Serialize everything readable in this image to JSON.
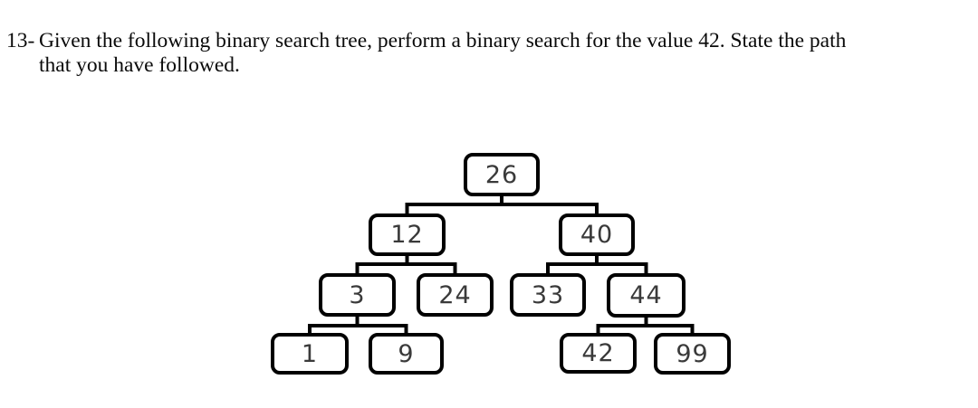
{
  "question": {
    "number": "13-",
    "full_text": "Given the following binary search tree, perform a binary search for the value 42. State the path that you have followed.",
    "lines": [
      "Given the following binary search tree, perform a binary search for the value 42. State the path",
      "that you have followed."
    ],
    "search_value": "42"
  },
  "diagram": {
    "type": "binary-search-tree",
    "levels": [
      [
        "26"
      ],
      [
        "12",
        "40"
      ],
      [
        "3",
        "24",
        "33",
        "44"
      ],
      [
        "1",
        "9",
        "42",
        "99"
      ]
    ],
    "nodes": [
      {
        "value": "26",
        "parent": null,
        "side": null
      },
      {
        "value": "12",
        "parent": "26",
        "side": "left"
      },
      {
        "value": "40",
        "parent": "26",
        "side": "right"
      },
      {
        "value": "3",
        "parent": "12",
        "side": "left"
      },
      {
        "value": "24",
        "parent": "12",
        "side": "right"
      },
      {
        "value": "33",
        "parent": "40",
        "side": "left"
      },
      {
        "value": "44",
        "parent": "40",
        "side": "right"
      },
      {
        "value": "1",
        "parent": "3",
        "side": "left"
      },
      {
        "value": "9",
        "parent": "3",
        "side": "right"
      },
      {
        "value": "42",
        "parent": "44",
        "side": "left"
      },
      {
        "value": "99",
        "parent": "44",
        "side": "right"
      }
    ],
    "edges": [
      [
        "26",
        "12"
      ],
      [
        "26",
        "40"
      ],
      [
        "12",
        "3"
      ],
      [
        "12",
        "24"
      ],
      [
        "40",
        "33"
      ],
      [
        "40",
        "44"
      ],
      [
        "3",
        "1"
      ],
      [
        "3",
        "9"
      ],
      [
        "44",
        "42"
      ],
      [
        "44",
        "99"
      ]
    ]
  },
  "colors": {
    "background": "#ffffff",
    "question_text": "#0a0a0a",
    "node_border": "#000000",
    "node_fill": "#ffffff",
    "node_text": "#3a3a3a",
    "connector": "#000000"
  }
}
